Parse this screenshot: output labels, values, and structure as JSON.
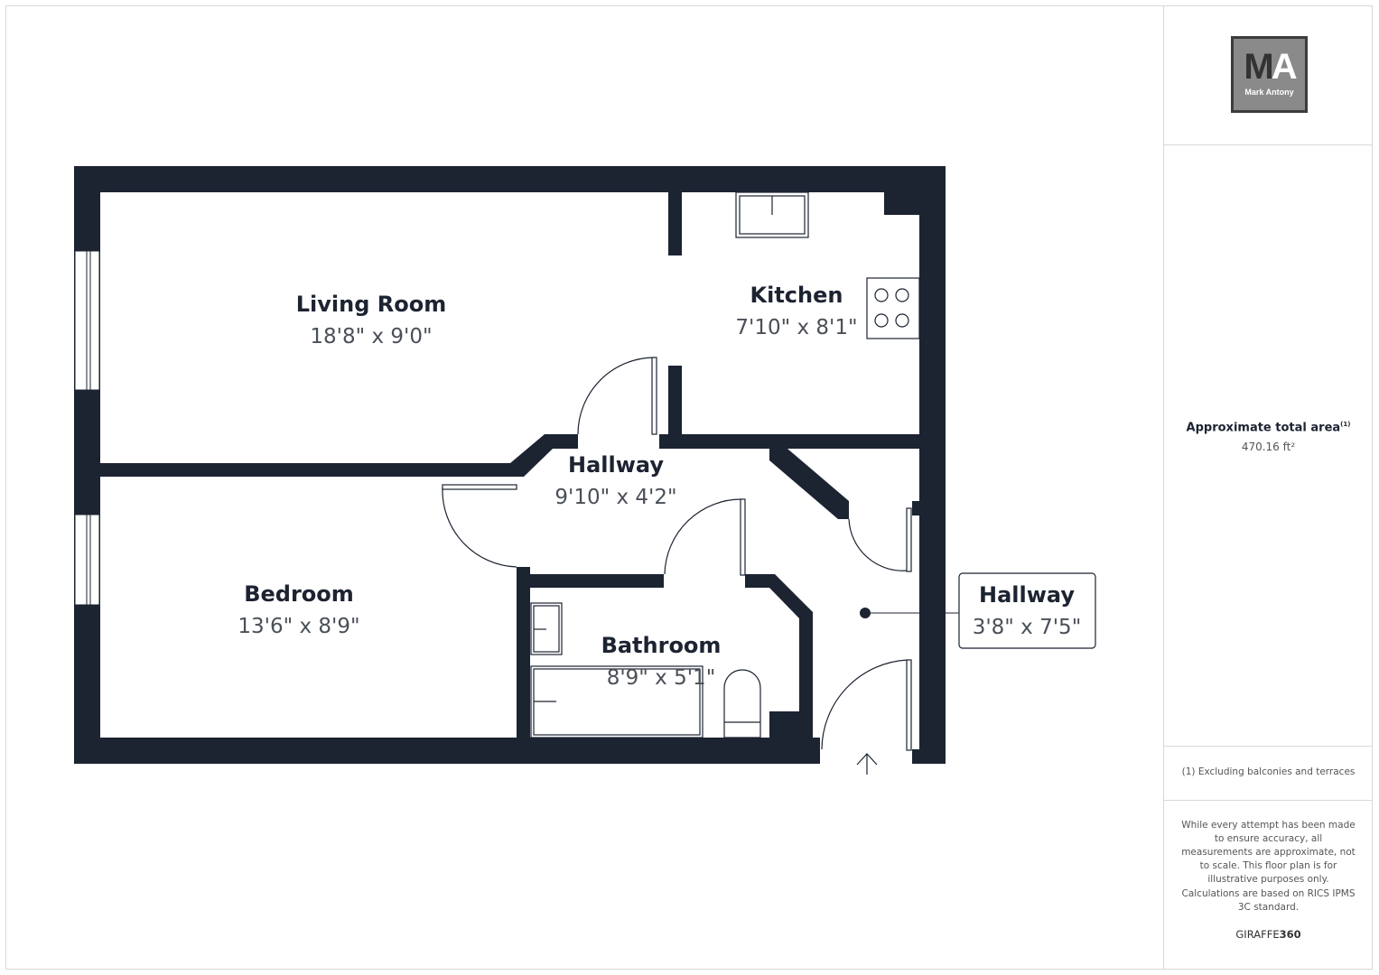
{
  "brand": {
    "logo_text": "MA",
    "logo_name": "Mark Antony",
    "footer_brand_a": "GIRAFFE",
    "footer_brand_b": "360"
  },
  "colors": {
    "wall": "#1c2331",
    "logo_bg": "#8a8a8a"
  },
  "rooms": [
    {
      "name": "Living Room",
      "dims": "18'8\" x 9'0\""
    },
    {
      "name": "Kitchen",
      "dims": "7'10\" x 8'1\""
    },
    {
      "name": "Hallway",
      "dims": "9'10\" x 4'2\""
    },
    {
      "name": "Bedroom",
      "dims": "13'6\" x 8'9\""
    },
    {
      "name": "Bathroom",
      "dims": "8'9\" x 5'1\""
    },
    {
      "name": "Hallway",
      "dims": "3'8\" x 7'5\""
    }
  ],
  "panel": {
    "area_label": "Approximate total area",
    "area_sup": "(1)",
    "area_value": "470.16 ft²",
    "footnote": "(1) Excluding balconies and terraces",
    "disclaimer": "While every attempt has been made to ensure accuracy, all measurements are approximate, not to scale. This floor plan is for illustrative purposes only.",
    "calc_note": "Calculations are based on RICS IPMS 3C standard."
  }
}
